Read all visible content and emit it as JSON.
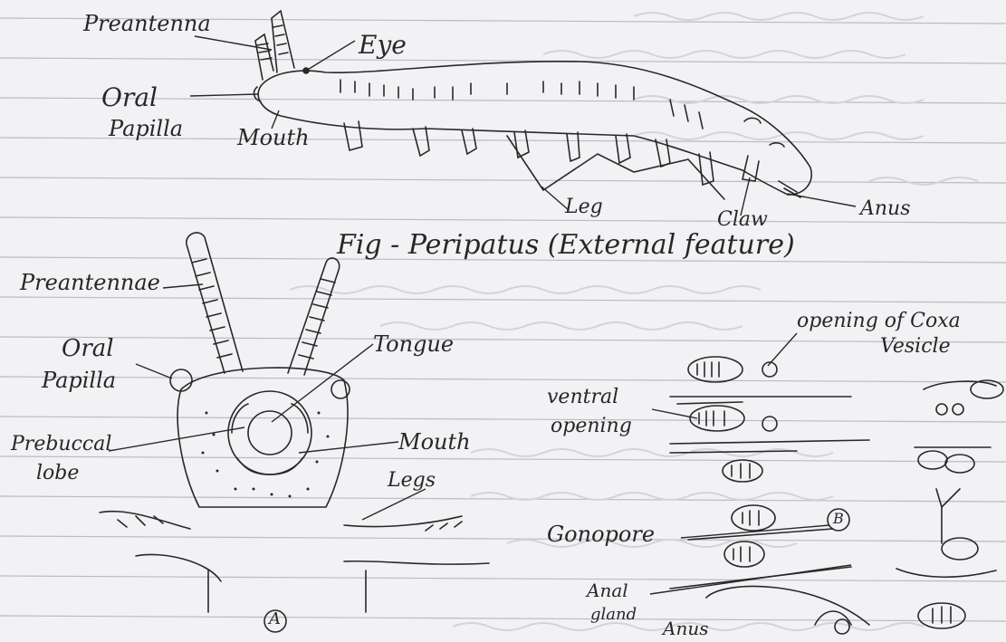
{
  "top_figure": {
    "caption": "Fig - Peripatus (External feature)",
    "labels": {
      "preantenna": "Preantenna",
      "eye": "Eye",
      "oral_papilla_1": "Oral",
      "oral_papilla_2": "Papilla",
      "mouth": "Mouth",
      "leg": "Leg",
      "claw": "Claw",
      "anus": "Anus"
    }
  },
  "head_figure": {
    "marker": "A",
    "labels": {
      "preantennae": "Preantennae",
      "oral_papilla_1": "Oral",
      "oral_papilla_2": "Papilla",
      "prebuccal_lobe_1": "Prebuccal",
      "prebuccal_lobe_2": "lobe",
      "tongue": "Tongue",
      "mouth": "Mouth",
      "legs": "Legs"
    }
  },
  "ventral_figure": {
    "marker": "B",
    "labels": {
      "coxal_vesicle_1": "opening of Coxa",
      "coxal_vesicle_2": "Vesicle",
      "ventral_opening_1": "ventral",
      "ventral_opening_2": "opening",
      "gonopore": "Gonopore",
      "anal_gland_1": "Anal",
      "anal_gland_2": "gland",
      "anus": "Anus"
    }
  }
}
